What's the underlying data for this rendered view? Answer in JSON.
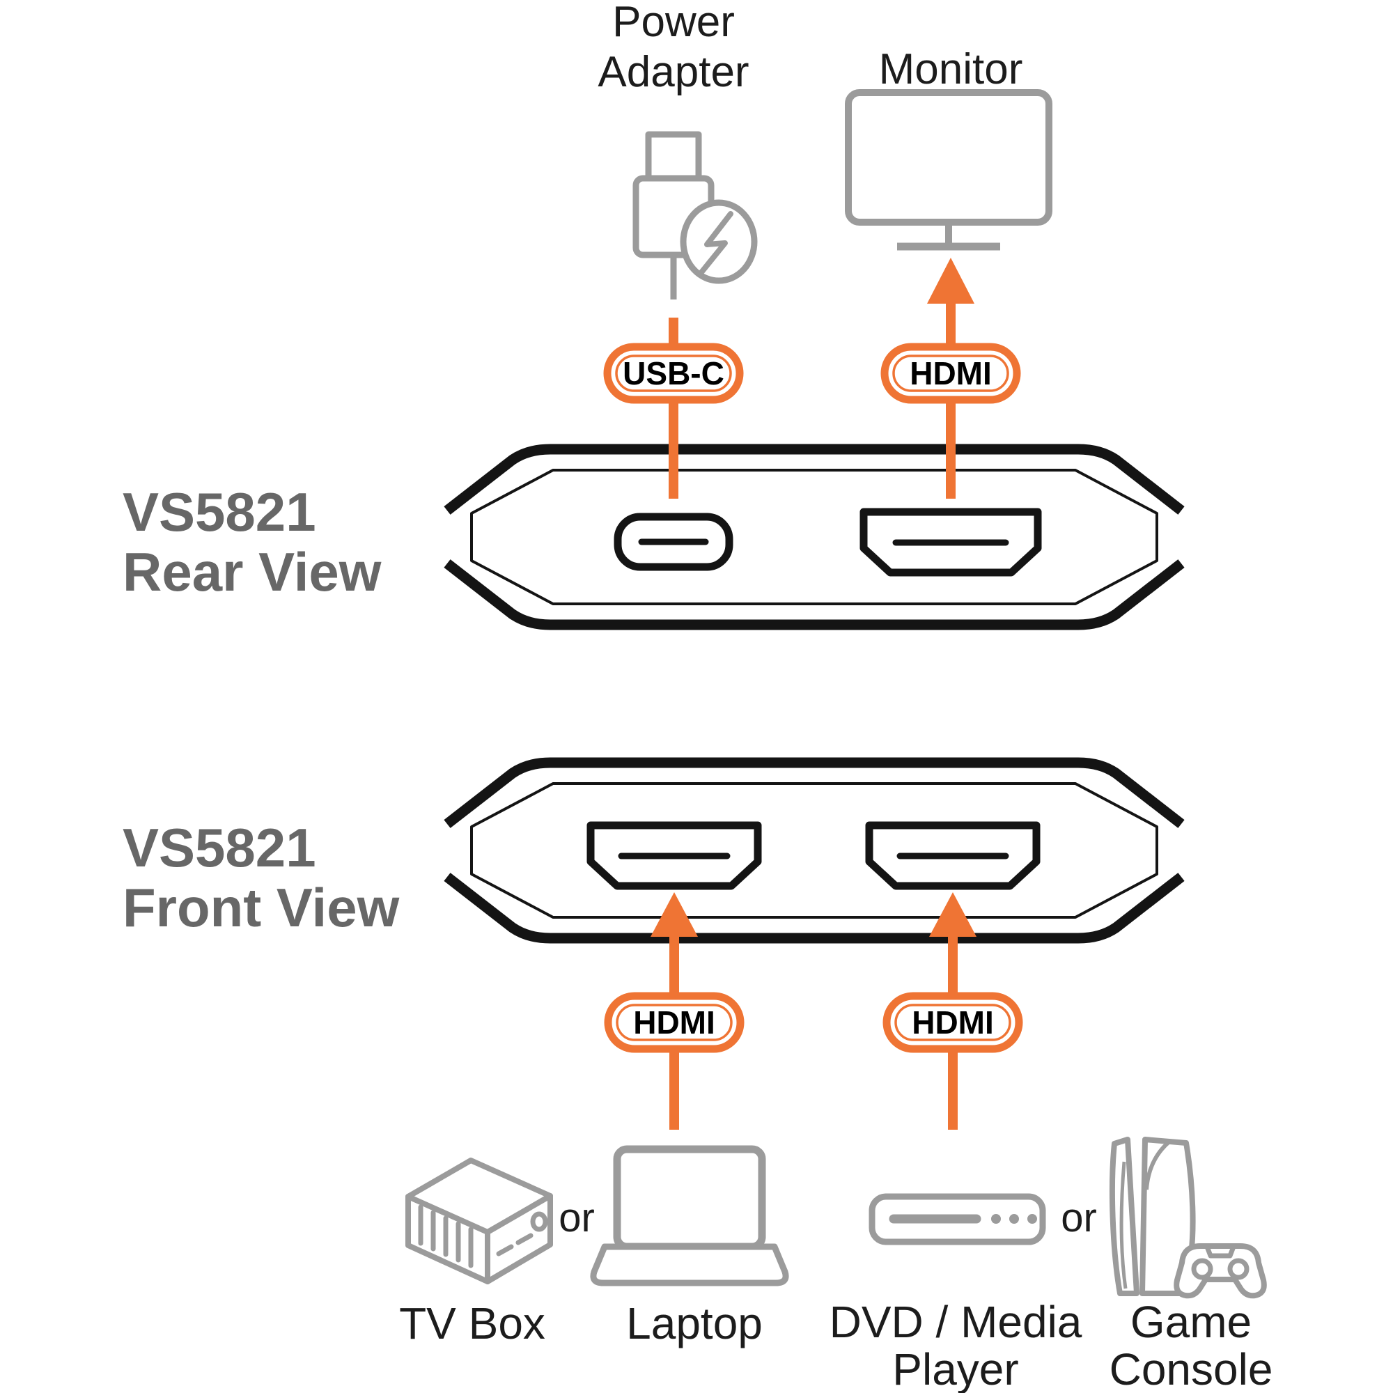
{
  "colors": {
    "orange": "#EF7434",
    "icon-gray": "#9B9B9B",
    "title-gray": "#676767",
    "line-black": "#141414",
    "text-black": "#1C1C1C"
  },
  "header": {
    "power_adapter_line1": "Power",
    "power_adapter_line2": "Adapter",
    "monitor": "Monitor"
  },
  "connector_tags": {
    "rear_usbc": "USB-C",
    "rear_hdmi": "HDMI",
    "front_hdmi_left": "HDMI",
    "front_hdmi_right": "HDMI"
  },
  "device": {
    "rear_title_line1": "VS5821",
    "rear_title_line2": "Rear View",
    "front_title_line1": "VS5821",
    "front_title_line2": "Front View"
  },
  "sources": {
    "or_left": "or",
    "or_right": "or",
    "tv_box": "TV Box",
    "laptop": "Laptop",
    "dvd_line1": "DVD / Media",
    "dvd_line2": "Player",
    "game_line1": "Game",
    "game_line2": "Console"
  }
}
